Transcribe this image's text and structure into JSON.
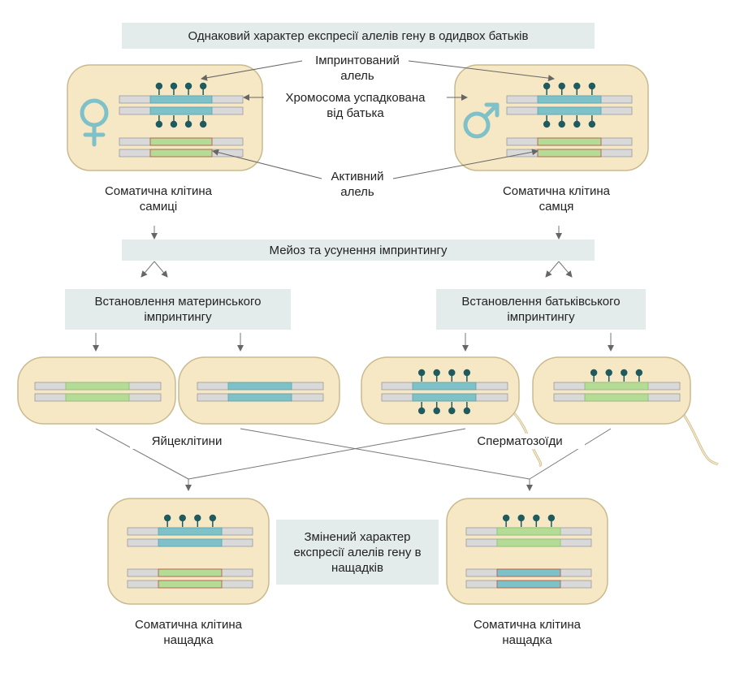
{
  "header": {
    "title": "Однаковий характер експресії алелів гену в одидвох батьків"
  },
  "annotations": {
    "imprinted_allele_1": "Імпринтований",
    "imprinted_allele_2": "алель",
    "paternal_chromosome_1": "Хромосома успадкована",
    "paternal_chromosome_2": "від батька",
    "active_allele_1": "Активний",
    "active_allele_2": "алель"
  },
  "parents": {
    "female_label_1": "Соматична клітина",
    "female_label_2": "самиці",
    "male_label_1": "Соматична клітина",
    "male_label_2": "самця",
    "female_icon": "female-symbol-icon",
    "male_icon": "male-symbol-icon"
  },
  "meiosis": {
    "label": "Мейоз та усунення імпринтингу"
  },
  "imprinting": {
    "maternal_1": "Встановлення материнського",
    "maternal_2": "імпринтингу",
    "paternal_1": "Встановлення батьківського",
    "paternal_2": "імпринтингу"
  },
  "gametes": {
    "eggs": "Яйцеклітини",
    "sperm": "Сперматозоїди"
  },
  "offspring": {
    "center_1": "Змінений характер",
    "center_2": "експресії алелів гену в",
    "center_3": "нащадків",
    "left_1": "Соматична клітина",
    "left_2": "нащадка",
    "right_1": "Соматична клітина",
    "right_2": "нащадка"
  },
  "colors": {
    "cell_fill": "#f6e8c4",
    "cell_stroke": "#c9ba8e",
    "chromosome_gray": "#d9d9d9",
    "imprinted_blue": "#7fc1c9",
    "active_green": "#b5dc96",
    "marker": "#1f5b5e",
    "symbol": "#7fc1c9",
    "banner": "#e4ebeb",
    "arrow": "#777777"
  }
}
